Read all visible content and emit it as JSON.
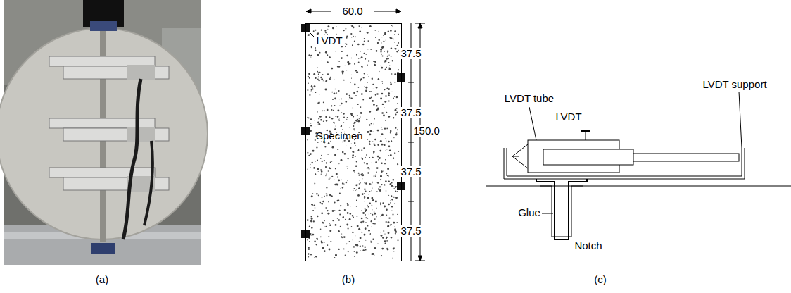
{
  "diagram": {
    "nodes": [
      {
        "text": [
          "Specimen"
        ]
      }
    ],
    "labels": [
      "60.0",
      "LVDT",
      "37.5",
      "37.5",
      "37.5",
      "37.5",
      "150.0",
      "LVDT tube",
      "LVDT",
      "LVDT support",
      "Glue",
      "Notch",
      "(a)",
      "(b)",
      "(c)"
    ]
  }
}
